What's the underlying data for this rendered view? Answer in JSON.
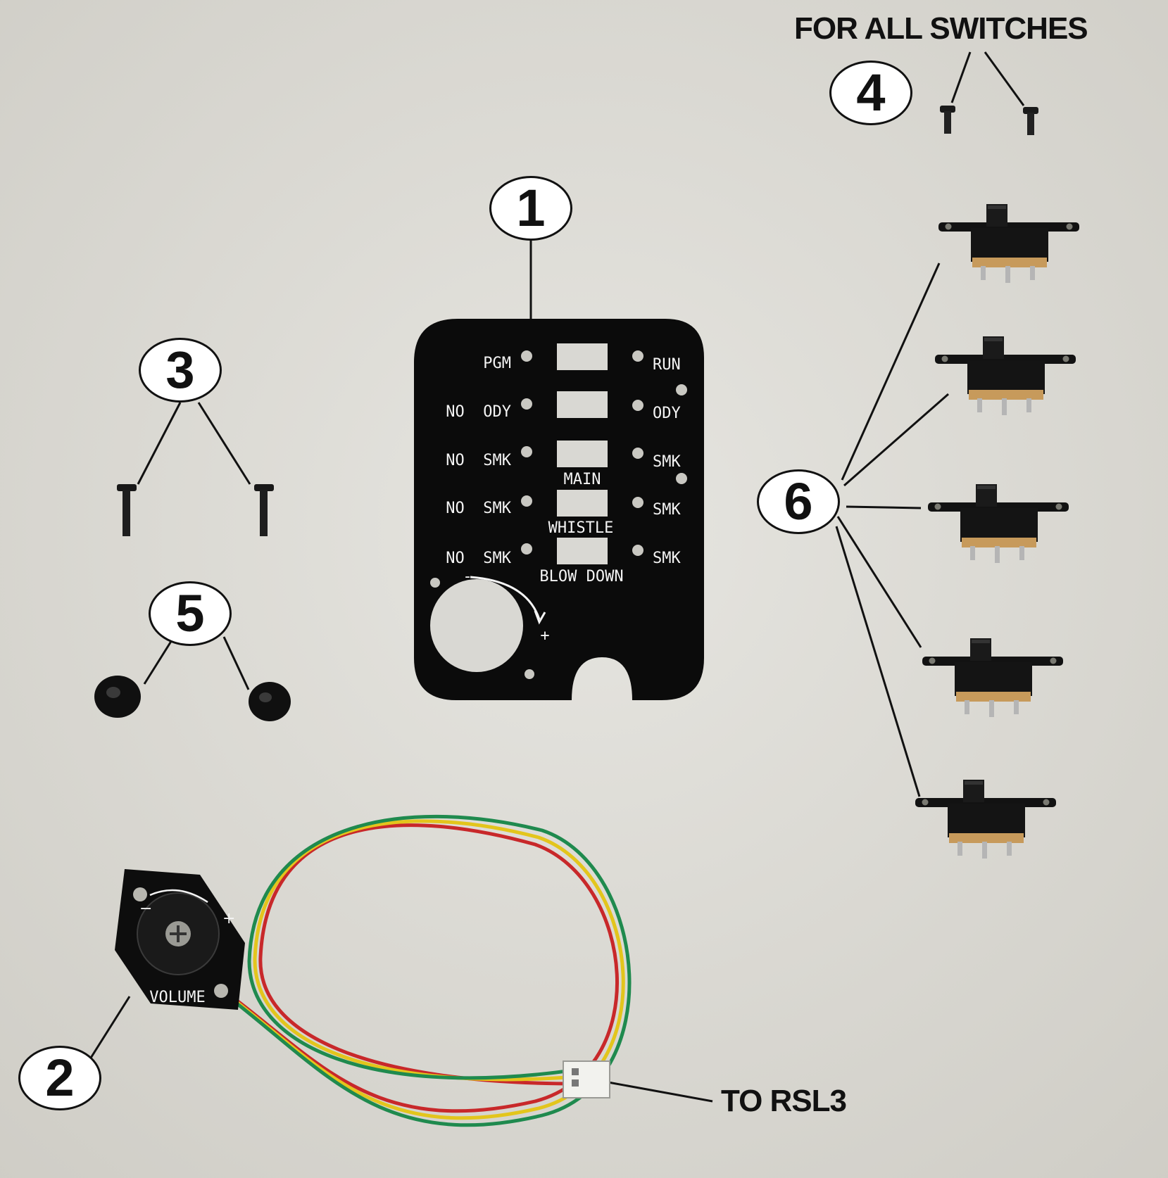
{
  "header": {
    "note": "FOR ALL SWITCHES"
  },
  "connector": {
    "label": "TO RSL3"
  },
  "callouts": {
    "c1": "1",
    "c2": "2",
    "c3": "3",
    "c4": "4",
    "c5": "5",
    "c6": "6"
  },
  "faceplate": {
    "left_labels": [
      "PGM",
      "NO  ODY",
      "NO  SMK",
      "NO  SMK",
      "NO  SMK"
    ],
    "right_labels": [
      "RUN",
      "ODY",
      "SMK",
      "SMK",
      "SMK"
    ],
    "mid_labels": [
      "MAIN",
      "WHISTLE",
      "BLOW DOWN"
    ],
    "dial_minus": "-",
    "dial_plus": "+"
  },
  "volume_board": {
    "label": "VOLUME",
    "minus": "−",
    "plus": "+"
  },
  "colors": {
    "background": "#d9d8d3",
    "plate": "#0b0b0b",
    "wire_red": "#c8282a",
    "wire_yellow": "#e3c51c",
    "wire_green": "#1f8a4e",
    "switch_contact": "#c79a5b"
  }
}
